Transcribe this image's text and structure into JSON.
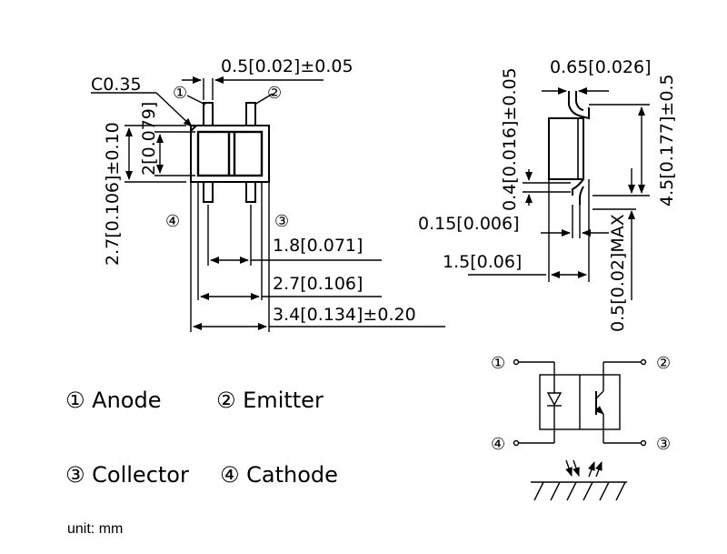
{
  "top_view": {
    "dim_c": "C0.35",
    "dim_pin_width": "0.5[0.02]±0.05",
    "dim_body_height_inner": "2[0.079]",
    "dim_body_height_outer": "2.7[0.106]±0.10",
    "dim_pitch": "1.8[0.071]",
    "dim_body_width": "2.7[0.106]",
    "dim_total_width": "3.4[0.134]±0.20",
    "pin1": "①",
    "pin2": "②",
    "pin3": "③",
    "pin4": "④"
  },
  "side_view": {
    "dim_top": "0.65[0.026]",
    "dim_height": "4.5[0.177]±0.5",
    "dim_lead_thick": "0.4[0.016]±0.05",
    "dim_lead_offset": "0.15[0.006]",
    "dim_lead_length": "1.5[0.06]",
    "dim_max": "0.5[0.02]MAX"
  },
  "circuit": {
    "pin1": "①",
    "pin2": "②",
    "pin3": "③",
    "pin4": "④"
  },
  "legend": {
    "anode": "① Anode",
    "emitter": "② Emitter",
    "collector": "③ Collector",
    "cathode": "④ Cathode"
  },
  "unit": "unit: mm"
}
